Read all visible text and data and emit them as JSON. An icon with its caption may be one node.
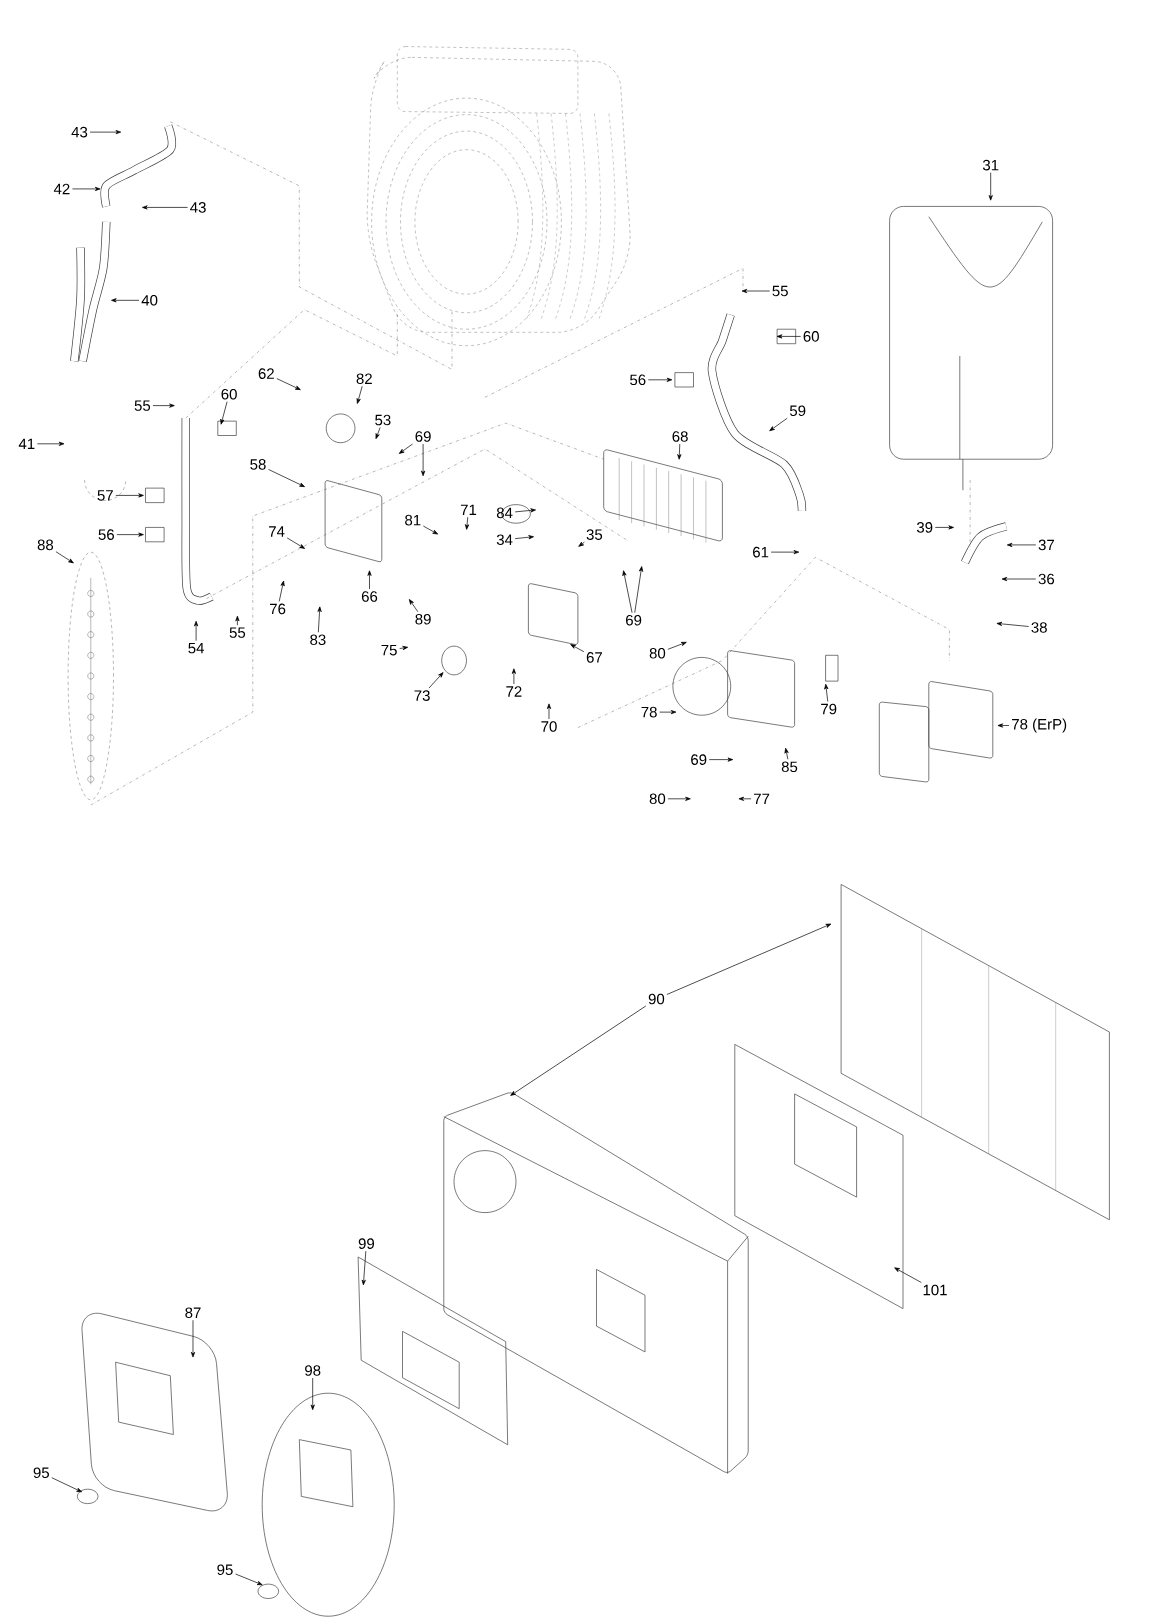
{
  "diagram": {
    "nodes": [
      {
        "text": [
          "43"
        ]
      },
      {
        "text": [
          "42"
        ]
      },
      {
        "text": [
          "43"
        ]
      },
      {
        "text": [
          "31"
        ]
      },
      {
        "text": [
          "55"
        ]
      },
      {
        "text": [
          "40"
        ]
      },
      {
        "text": [
          "60"
        ]
      },
      {
        "text": [
          "62"
        ]
      },
      {
        "text": [
          "82"
        ]
      },
      {
        "text": [
          "56"
        ]
      },
      {
        "text": [
          "55"
        ]
      },
      {
        "text": [
          "60"
        ]
      },
      {
        "text": [
          "59"
        ]
      },
      {
        "text": [
          "53"
        ]
      },
      {
        "text": [
          "69"
        ]
      },
      {
        "text": [
          "68"
        ]
      },
      {
        "text": [
          "41"
        ]
      },
      {
        "text": [
          "58"
        ]
      },
      {
        "text": [
          "57"
        ]
      },
      {
        "text": [
          "71"
        ]
      },
      {
        "text": [
          "84"
        ]
      },
      {
        "text": [
          "81"
        ]
      },
      {
        "text": [
          "39"
        ]
      },
      {
        "text": [
          "74"
        ]
      },
      {
        "text": [
          "56"
        ]
      },
      {
        "text": [
          "35"
        ]
      },
      {
        "text": [
          "34"
        ]
      },
      {
        "text": [
          "88"
        ]
      },
      {
        "text": [
          "37"
        ]
      },
      {
        "text": [
          "61"
        ]
      },
      {
        "text": [
          "36"
        ]
      },
      {
        "text": [
          "66"
        ]
      },
      {
        "text": [
          "76"
        ]
      },
      {
        "text": [
          "89"
        ]
      },
      {
        "text": [
          "69"
        ]
      },
      {
        "text": [
          "38"
        ]
      },
      {
        "text": [
          "55"
        ]
      },
      {
        "text": [
          "83"
        ]
      },
      {
        "text": [
          "54"
        ]
      },
      {
        "text": [
          "75"
        ]
      },
      {
        "text": [
          "80"
        ]
      },
      {
        "text": [
          "67"
        ]
      },
      {
        "text": [
          "72"
        ]
      },
      {
        "text": [
          "73"
        ]
      },
      {
        "text": [
          "79"
        ]
      },
      {
        "text": [
          "78"
        ]
      },
      {
        "text": [
          "78 (ErP)"
        ]
      },
      {
        "text": [
          "70"
        ]
      },
      {
        "text": [
          "69"
        ]
      },
      {
        "text": [
          "85"
        ]
      },
      {
        "text": [
          "80"
        ]
      },
      {
        "text": [
          "77"
        ]
      },
      {
        "text": [
          "90"
        ]
      },
      {
        "text": [
          "99"
        ]
      },
      {
        "text": [
          "101"
        ]
      },
      {
        "text": [
          "87"
        ]
      },
      {
        "text": [
          "98"
        ]
      },
      {
        "text": [
          "95"
        ]
      },
      {
        "text": [
          "95"
        ]
      }
    ],
    "edges": [
      {
        "from": 0,
        "to": null,
        "arrow": "to"
      },
      {
        "from": 1,
        "to": null,
        "arrow": "to"
      },
      {
        "from": 2,
        "to": null,
        "arrow": "to"
      },
      {
        "from": 3,
        "to": null,
        "arrow": "to"
      },
      {
        "from": 4,
        "to": null,
        "arrow": "to"
      },
      {
        "from": 5,
        "to": null,
        "arrow": "to"
      },
      {
        "from": 6,
        "to": null,
        "arrow": "to"
      },
      {
        "from": 7,
        "to": null,
        "arrow": "to"
      },
      {
        "from": 8,
        "to": null,
        "arrow": "to"
      },
      {
        "from": 9,
        "to": null,
        "arrow": "to"
      },
      {
        "from": 10,
        "to": null,
        "arrow": "to"
      },
      {
        "from": 11,
        "to": null,
        "arrow": "to"
      },
      {
        "from": 12,
        "to": null,
        "arrow": "to"
      },
      {
        "from": 13,
        "to": null,
        "arrow": "to"
      },
      {
        "from": 14,
        "to": null,
        "arrow": "to"
      },
      {
        "from": 14,
        "to": null,
        "arrow": "to"
      },
      {
        "from": 15,
        "to": null,
        "arrow": "to"
      },
      {
        "from": 16,
        "to": null,
        "arrow": "to"
      },
      {
        "from": 17,
        "to": null,
        "arrow": "to"
      },
      {
        "from": 18,
        "to": null,
        "arrow": "to"
      },
      {
        "from": 19,
        "to": null,
        "arrow": "to"
      },
      {
        "from": 20,
        "to": null,
        "arrow": "to"
      },
      {
        "from": 21,
        "to": null,
        "arrow": "to"
      },
      {
        "from": 22,
        "to": null,
        "arrow": "to"
      },
      {
        "from": 23,
        "to": null,
        "arrow": "to"
      },
      {
        "from": 24,
        "to": null,
        "arrow": "to"
      },
      {
        "from": 25,
        "to": null,
        "arrow": "to"
      },
      {
        "from": 26,
        "to": null,
        "arrow": "to"
      },
      {
        "from": 27,
        "to": null,
        "arrow": "to"
      },
      {
        "from": 28,
        "to": null,
        "arrow": "to"
      },
      {
        "from": 29,
        "to": null,
        "arrow": "to"
      },
      {
        "from": 30,
        "to": null,
        "arrow": "to"
      },
      {
        "from": 31,
        "to": null,
        "arrow": "to"
      },
      {
        "from": 32,
        "to": null,
        "arrow": "to"
      },
      {
        "from": 33,
        "to": null,
        "arrow": "to"
      },
      {
        "from": 34,
        "to": null,
        "arrow": "to"
      },
      {
        "from": 34,
        "to": null,
        "arrow": "to"
      },
      {
        "from": 35,
        "to": null,
        "arrow": "to"
      },
      {
        "from": 36,
        "to": null,
        "arrow": "to"
      },
      {
        "from": 37,
        "to": null,
        "arrow": "to"
      },
      {
        "from": 38,
        "to": null,
        "arrow": "to"
      },
      {
        "from": 39,
        "to": null,
        "arrow": "to"
      },
      {
        "from": 40,
        "to": null,
        "arrow": "to"
      },
      {
        "from": 41,
        "to": null,
        "arrow": "to"
      },
      {
        "from": 42,
        "to": null,
        "arrow": "to"
      },
      {
        "from": 43,
        "to": null,
        "arrow": "to"
      },
      {
        "from": 44,
        "to": null,
        "arrow": "to"
      },
      {
        "from": 45,
        "to": null,
        "arrow": "to"
      },
      {
        "from": 46,
        "to": null,
        "arrow": "to"
      },
      {
        "from": 47,
        "to": null,
        "arrow": "to"
      },
      {
        "from": 48,
        "to": null,
        "arrow": "to"
      },
      {
        "from": 49,
        "to": null,
        "arrow": "to"
      },
      {
        "from": 50,
        "to": null,
        "arrow": "to"
      },
      {
        "from": 51,
        "to": null,
        "arrow": "to"
      },
      {
        "from": 52,
        "to": null,
        "arrow": "to"
      },
      {
        "from": 52,
        "to": null,
        "arrow": "to"
      },
      {
        "from": 53,
        "to": null,
        "arrow": "to"
      },
      {
        "from": 54,
        "to": null,
        "arrow": "to"
      },
      {
        "from": 55,
        "to": null,
        "arrow": "to"
      },
      {
        "from": 56,
        "to": null,
        "arrow": "to"
      },
      {
        "from": 57,
        "to": null,
        "arrow": "to"
      },
      {
        "from": 58,
        "to": null,
        "arrow": "to"
      }
    ]
  }
}
